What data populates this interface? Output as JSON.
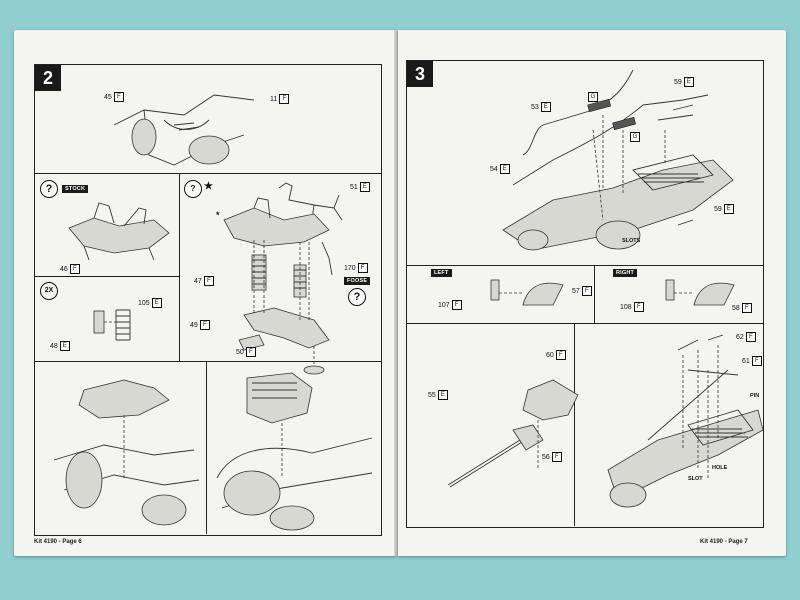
{
  "left_page": {
    "step_number": "2",
    "footer": "Kit 4190 - Page 6",
    "panel_top": {
      "parts": [
        {
          "num": "45",
          "code": "F"
        },
        {
          "num": "11",
          "code": "F"
        }
      ]
    },
    "panel_stock": {
      "question_icon": "?",
      "tag": "STOCK",
      "parts": [
        {
          "num": "46",
          "code": "F"
        }
      ]
    },
    "panel_2x": {
      "count_icon": "2X",
      "parts": [
        {
          "num": "105",
          "code": "E"
        },
        {
          "num": "48",
          "code": "E"
        }
      ]
    },
    "panel_custom": {
      "question_icon": "?",
      "star": "★",
      "asterisk": "*",
      "tag": "FOOSE",
      "parts": [
        {
          "num": "51",
          "code": "E"
        },
        {
          "num": "47",
          "code": "F"
        },
        {
          "num": "170",
          "code": "F"
        },
        {
          "num": "49",
          "code": "F"
        },
        {
          "num": "50",
          "code": "F"
        }
      ]
    }
  },
  "right_page": {
    "step_number": "3",
    "footer": "Kit 4190 - Page 7",
    "panel_top": {
      "parts": [
        {
          "num": "53",
          "code": "E"
        },
        {
          "num": "54",
          "code": "E"
        },
        {
          "num": "59",
          "code": "E"
        },
        {
          "num": "59",
          "code": "E"
        }
      ],
      "g_tags": [
        "G",
        "G"
      ],
      "slots_label": "SLOTS"
    },
    "panel_left": {
      "tag": "LEFT",
      "parts": [
        {
          "num": "107",
          "code": "F"
        },
        {
          "num": "57",
          "code": "F"
        }
      ]
    },
    "panel_right": {
      "tag": "RIGHT",
      "parts": [
        {
          "num": "108",
          "code": "F"
        },
        {
          "num": "58",
          "code": "F"
        }
      ]
    },
    "panel_bottom": {
      "parts": [
        {
          "num": "60",
          "code": "F"
        },
        {
          "num": "55",
          "code": "E"
        },
        {
          "num": "56",
          "code": "F"
        },
        {
          "num": "62",
          "code": "F"
        },
        {
          "num": "61",
          "code": "F"
        }
      ],
      "pin_label": "PIN",
      "hole_label": "HOLE",
      "slot_label": "SLOT"
    }
  }
}
